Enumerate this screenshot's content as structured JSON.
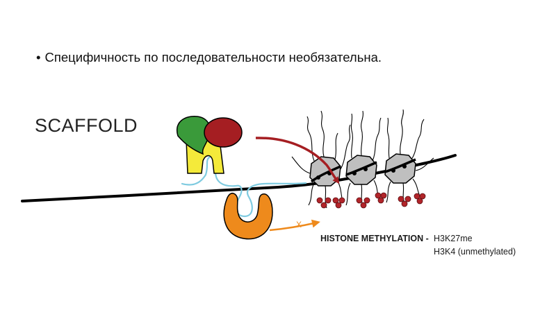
{
  "bullet": {
    "text": "Специфичность по последовательности необязательна."
  },
  "diagram": {
    "title": "SCAFFOLD",
    "histone_methylation_label": "HISTONE METHYLATION -",
    "mark_1": "H3K27me",
    "mark_2": "H3K4 (unmethylated)",
    "blocked_mark": "X",
    "nucleosome_count": 3
  },
  "colors": {
    "green_protein": "#3a9a3a",
    "red_protein": "#a51e22",
    "yellow_protein": "#f4ea3a",
    "orange_protein": "#ee8a1c",
    "rna": "#7fcbe0",
    "histone_grey": "#bfbfbf",
    "methyl_mark": "#b2252a",
    "dna": "#000000"
  }
}
